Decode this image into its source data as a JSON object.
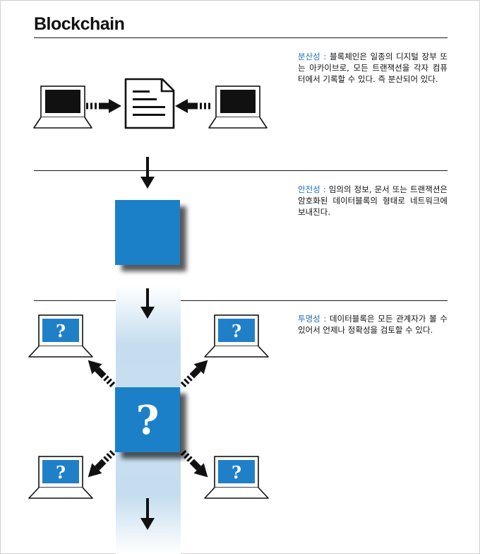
{
  "title": "Blockchain",
  "sections": [
    {
      "term": "분산성 :",
      "text": "블록체인은 일종의 디지털 장부 또는 아카이브로, 모든 트랜잭션을 각자 컴퓨터에서 기록할 수 있다. 즉 분산되어 있다."
    },
    {
      "term": "안전성 :",
      "text": "임의의 정보, 문서 또는 트랜잭션은 암호화된 데이터블록의 형태로 네트워크에 보내진다."
    },
    {
      "term": "투명성 :",
      "text": "데이터블록은 모든 관계자가 볼 수 있어서 언제나 정확성을 검토할 수 있다."
    }
  ],
  "marks": {
    "question": "?"
  },
  "colors": {
    "accent": "#1f80c8",
    "text_accent": "#1f6fb5",
    "ink": "#111111",
    "glow": "#c4ddef"
  },
  "icons": [
    "laptop-icon",
    "document-icon",
    "arrow-icon",
    "data-block-icon",
    "question-mark-icon"
  ]
}
